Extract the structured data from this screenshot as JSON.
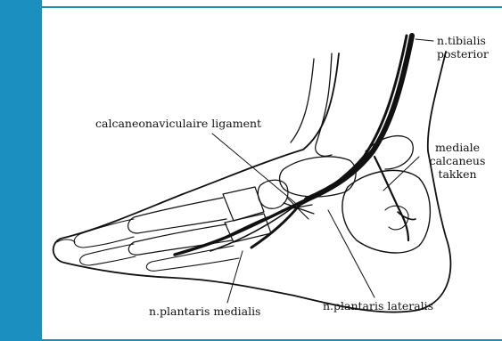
{
  "colors": {
    "frame": "#1a8fc0",
    "ink": "#111111",
    "paper": "#ffffff"
  },
  "labels": {
    "tibialis": [
      "n.tibialis",
      "posterior"
    ],
    "ligament": "calcaneonaviculaire ligament",
    "calcaneus": [
      "mediale",
      "calcaneus",
      "takken"
    ],
    "plantaris_medialis": "n.plantaris medialis",
    "plantaris_lateralis": "n.plantaris lateralis"
  }
}
